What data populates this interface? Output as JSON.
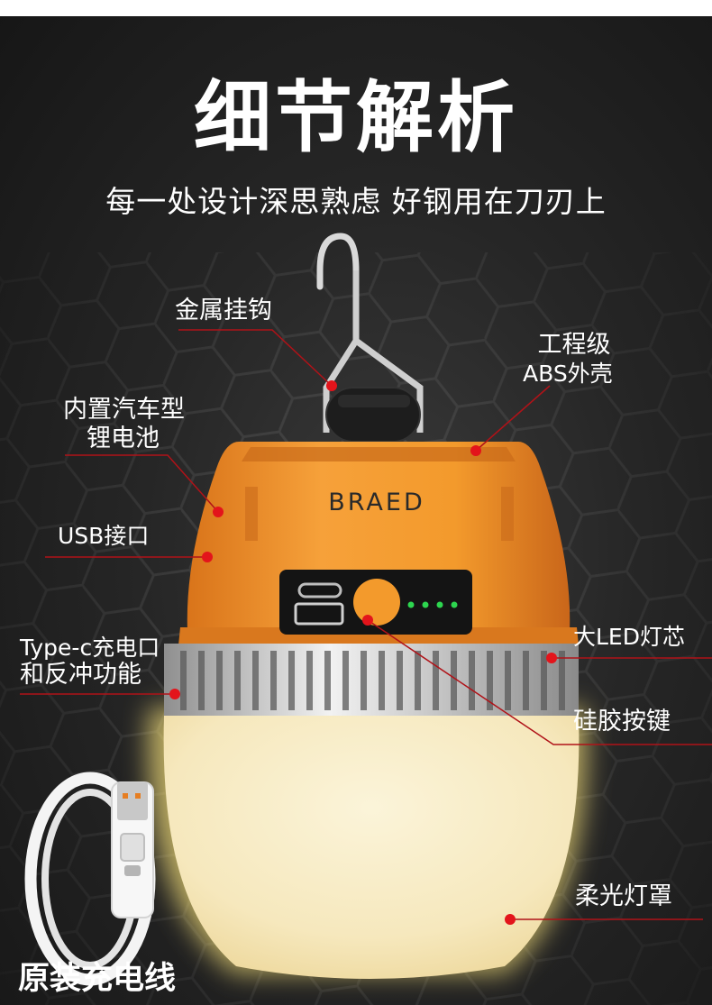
{
  "header": {
    "title": "细节解析",
    "subtitle": "每一处设计深思熟虑 好钢用在刀刃上"
  },
  "product": {
    "brand": "BRAED"
  },
  "callouts": {
    "hook": "金属挂钩",
    "shell_line1": "工程级",
    "shell_line2": "ABS外壳",
    "battery_line1": "内置汽车型",
    "battery_line2": "锂电池",
    "usb": "USB接口",
    "typec_line1": "Type-c充电口",
    "typec_line2": "和反冲功能",
    "led": "大LED灯芯",
    "button": "硅胶按键",
    "shade": "柔光灯罩"
  },
  "cable": {
    "caption": "原装充电线"
  },
  "colors": {
    "accent_red": "#e3141b",
    "shell_orange": "#f39a2c",
    "shade_cream": "#f8edc8",
    "indicator_green": "#2dd64f"
  }
}
